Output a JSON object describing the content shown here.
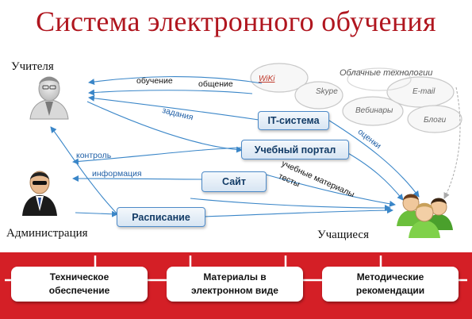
{
  "title": "Система электронного обучения",
  "actors": {
    "teachers": "Учителя",
    "administration": "Администрация",
    "students": "Учащиеся"
  },
  "cloud": {
    "header": "Облачные технологии",
    "items": [
      "WiKi",
      "Skype",
      "E-mail",
      "Вебинары",
      "Блоги"
    ]
  },
  "nodes": {
    "it_system": "IT-система",
    "portal": "Учебный портал",
    "site": "Сайт",
    "schedule": "Расписание"
  },
  "edge_labels": {
    "training": "обучение",
    "communication": "общение",
    "tasks": "задания",
    "grades": "оценки",
    "control": "контроль",
    "information": "информация",
    "materials": "учебные материалы",
    "tests": "тесты"
  },
  "bottom": {
    "items": [
      {
        "line1": "Техническое",
        "line2": "обеспечение"
      },
      {
        "line1": "Материалы в",
        "line2": "электронном виде"
      },
      {
        "line1": "Методические",
        "line2": "рекомендации"
      }
    ]
  },
  "colors": {
    "title": "#b0161f",
    "band": "#d41f26",
    "arrow": "#3a86c8",
    "node_border": "#4d8ac8"
  }
}
